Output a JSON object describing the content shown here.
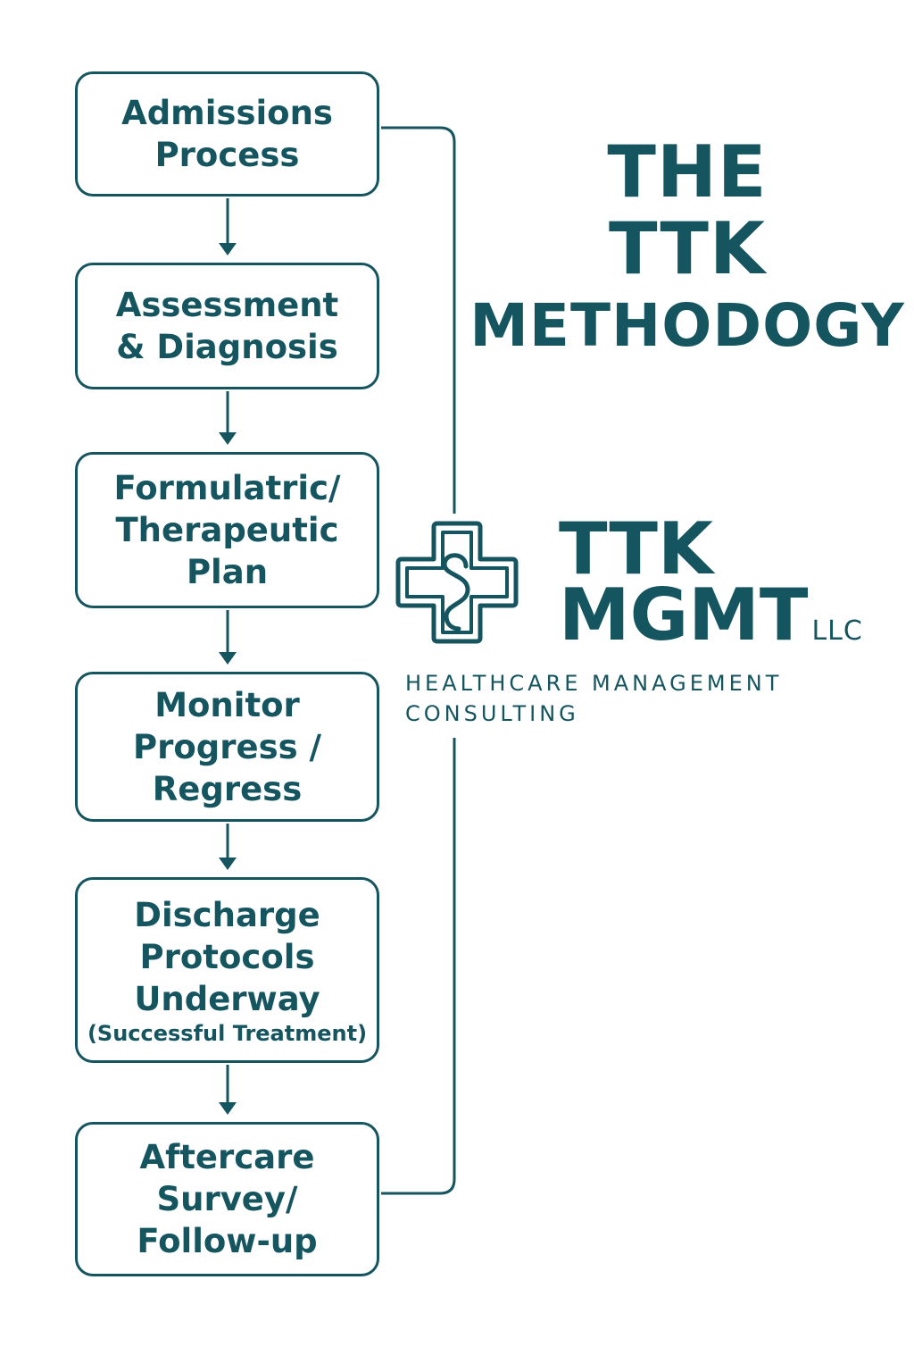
{
  "colors": {
    "primary": "#15555f",
    "background": "#ffffff"
  },
  "title": {
    "line1": "THE",
    "line2": "TTK",
    "line3": "METHODOGY"
  },
  "steps": [
    {
      "lines": [
        "Admissions",
        "Process"
      ],
      "note": ""
    },
    {
      "lines": [
        "Assessment",
        "& Diagnosis"
      ],
      "note": ""
    },
    {
      "lines": [
        "Formulatric/",
        "Therapeutic",
        "Plan"
      ],
      "note": ""
    },
    {
      "lines": [
        "Monitor",
        "Progress /",
        "Regress"
      ],
      "note": ""
    },
    {
      "lines": [
        "Discharge",
        "Protocols",
        "Underway"
      ],
      "note": "(Successful Treatment)"
    },
    {
      "lines": [
        "Aftercare",
        "Survey/",
        "Follow-up"
      ],
      "note": ""
    }
  ],
  "logo": {
    "icon": "medical-cross-icon",
    "name_line1": "TTK",
    "name_line2": "MGMT",
    "suffix": "LLC",
    "tagline_line1": "HEALTHCARE MANAGEMENT",
    "tagline_line2": "CONSULTING"
  }
}
